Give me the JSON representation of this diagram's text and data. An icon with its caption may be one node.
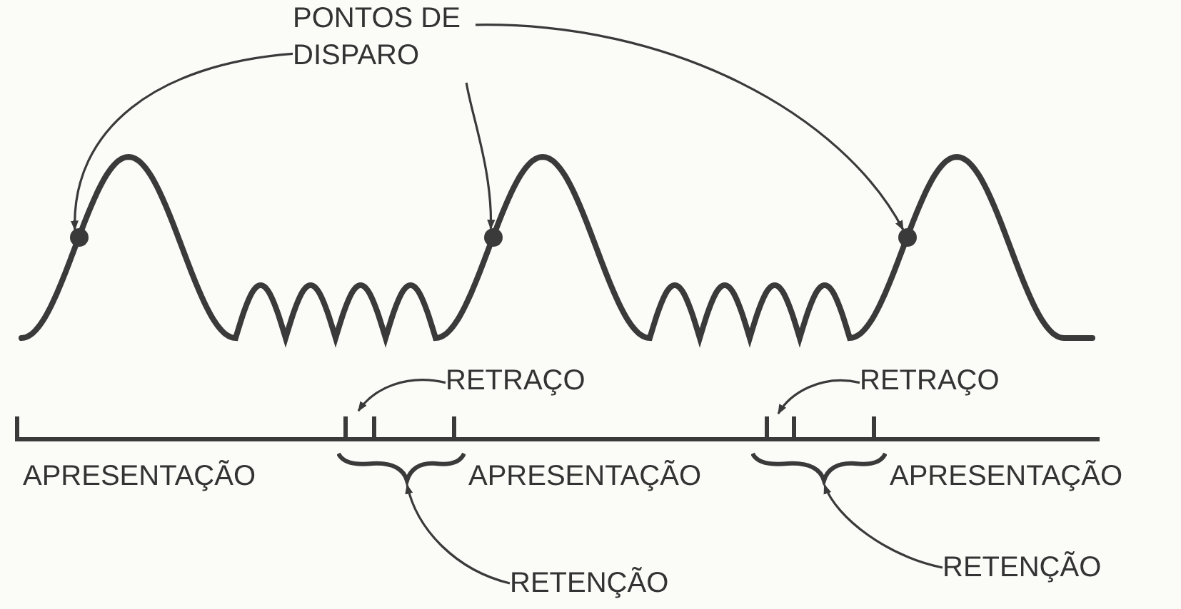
{
  "diagram": {
    "nodes": [
      {
        "text": [
          "PONTOS DE DISPARO"
        ]
      },
      {
        "text": [],
        "shape": "circle"
      },
      {
        "text": [],
        "shape": "circle"
      },
      {
        "text": [],
        "shape": "circle"
      },
      {
        "text": [
          "RETRAÇO"
        ]
      },
      {
        "text": [
          "RETRAÇO"
        ]
      },
      {
        "text": [
          "RETENÇÃO"
        ]
      },
      {
        "text": [
          "RETENÇÃO"
        ]
      },
      {
        "text": [],
        "shape": "brace"
      },
      {
        "text": [],
        "shape": "brace"
      }
    ],
    "edges": [
      {
        "from": 0,
        "to": 1,
        "arrow": "to"
      },
      {
        "from": 0,
        "to": 2,
        "arrow": "to"
      },
      {
        "from": 0,
        "to": 3,
        "arrow": "to"
      },
      {
        "from": 4,
        "to": null,
        "arrow": "to"
      },
      {
        "from": 5,
        "to": null,
        "arrow": "to"
      },
      {
        "from": 6,
        "to": 8,
        "arrow": "to"
      },
      {
        "from": 7,
        "to": 9,
        "arrow": "to"
      }
    ],
    "labels": [
      "APRESENTAÇÃO",
      "APRESENTAÇÃO",
      "APRESENTAÇÃO"
    ]
  }
}
